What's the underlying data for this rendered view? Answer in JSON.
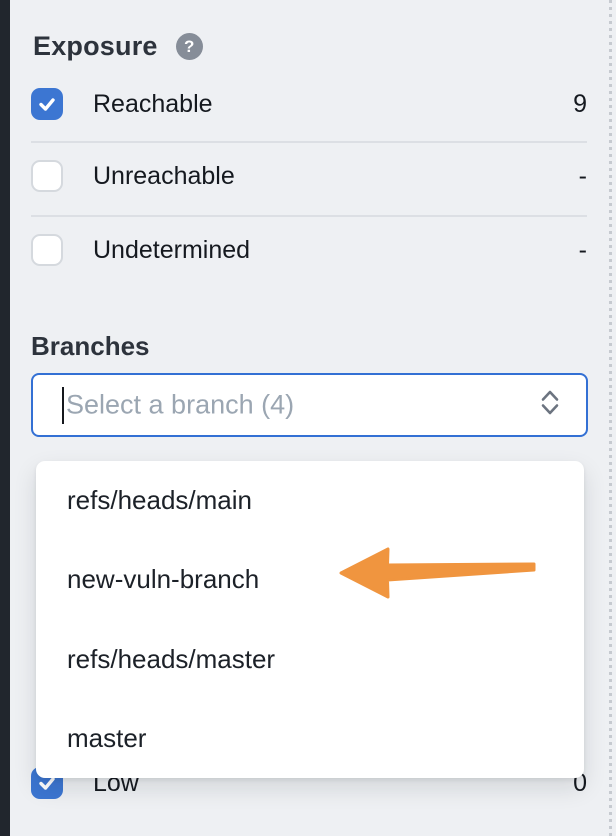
{
  "colors": {
    "accent_blue": "#3C76D2",
    "input_focus_blue": "#3370D4",
    "arrow_orange": "#F0953F",
    "background": "#EEF0F3"
  },
  "exposure": {
    "title": "Exposure",
    "help_glyph": "?",
    "items": [
      {
        "label": "Reachable",
        "count": "9",
        "state": "checked"
      },
      {
        "label": "Unreachable",
        "count": "-",
        "state": "unchecked"
      },
      {
        "label": "Undetermined",
        "count": "-",
        "state": "unchecked"
      }
    ]
  },
  "branches": {
    "label": "Branches",
    "placeholder": "Select a branch (4)",
    "options": [
      {
        "label": "refs/heads/main"
      },
      {
        "label": "new-vuln-branch"
      },
      {
        "label": "refs/heads/master"
      },
      {
        "label": "master"
      }
    ]
  },
  "severity": {
    "partial_row": {
      "label": "Low",
      "count": "0",
      "state": "checked"
    }
  },
  "annotation_arrow": {
    "points_to": "new-vuln-branch",
    "color": "#F0953F"
  }
}
